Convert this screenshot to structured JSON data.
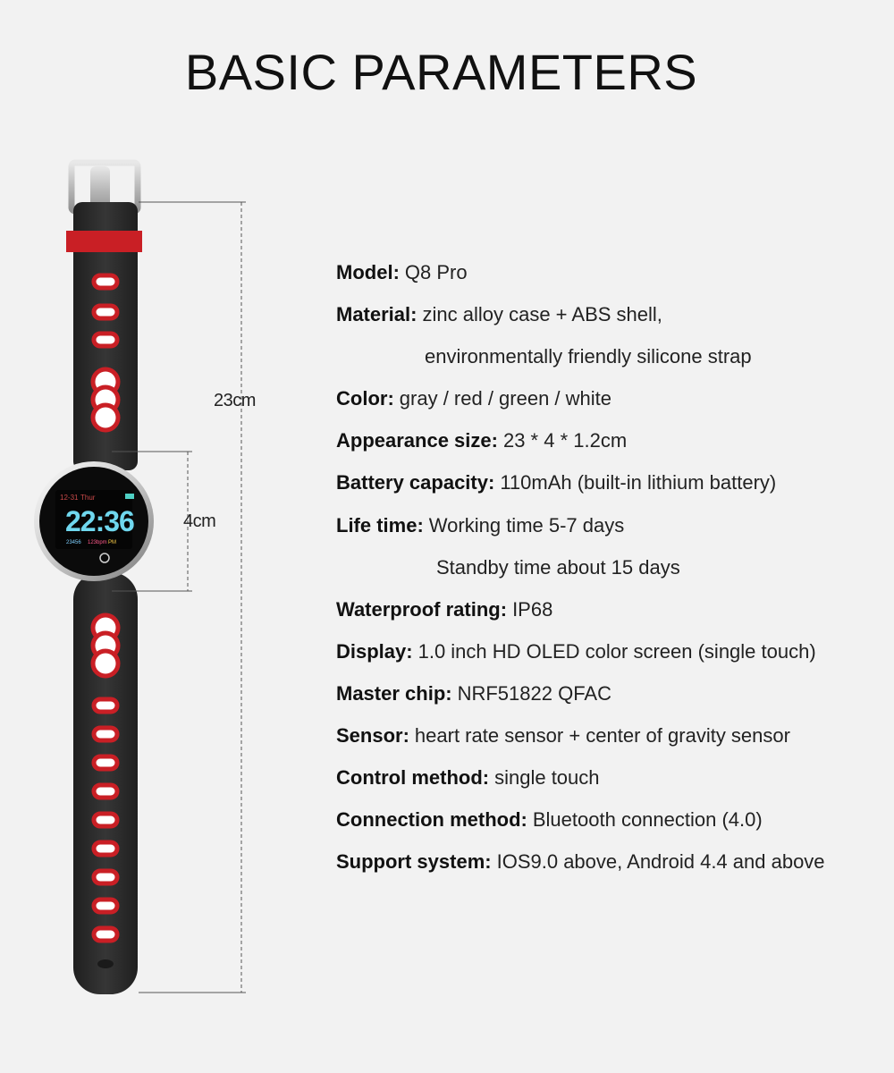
{
  "title": "BASIC PARAMETERS",
  "dimensions": {
    "length": "23cm",
    "width": "4cm"
  },
  "watch_screen": {
    "date": "12-31",
    "day": "Thur",
    "time": "22:36",
    "steps": "23456",
    "heart_rate": "123bpm",
    "ampm": "PM"
  },
  "colors": {
    "strap": "#2b2b2b",
    "accent_red": "#c91f25",
    "background": "#f2f2f2"
  },
  "specs": [
    {
      "label": "Model",
      "value": "Q8 Pro"
    },
    {
      "label": "Material",
      "value": "zinc alloy case + ABS shell,"
    },
    {
      "label": "",
      "value": "environmentally friendly silicone strap"
    },
    {
      "label": "Color",
      "value": "gray / red / green / white"
    },
    {
      "label": "Appearance size",
      "value": "23 * 4 * 1.2cm"
    },
    {
      "label": "Battery capacity",
      "value": "110mAh (built-in lithium battery)"
    },
    {
      "label": "Life time",
      "value": "Working time 5-7 days"
    },
    {
      "label": "",
      "value": "Standby time about 15 days"
    },
    {
      "label": "Waterproof rating",
      "value": "IP68"
    },
    {
      "label": "Display",
      "value": "1.0 inch HD OLED color screen (single touch)"
    },
    {
      "label": "Master chip",
      "value": "NRF51822 QFAC"
    },
    {
      "label": "Sensor",
      "value": "heart rate sensor + center of gravity sensor"
    },
    {
      "label": "Control method",
      "value": "single touch"
    },
    {
      "label": "Connection method",
      "value": "Bluetooth connection (4.0)"
    },
    {
      "label": "Support system",
      "value": "IOS9.0 above, Android 4.4 and above"
    }
  ]
}
